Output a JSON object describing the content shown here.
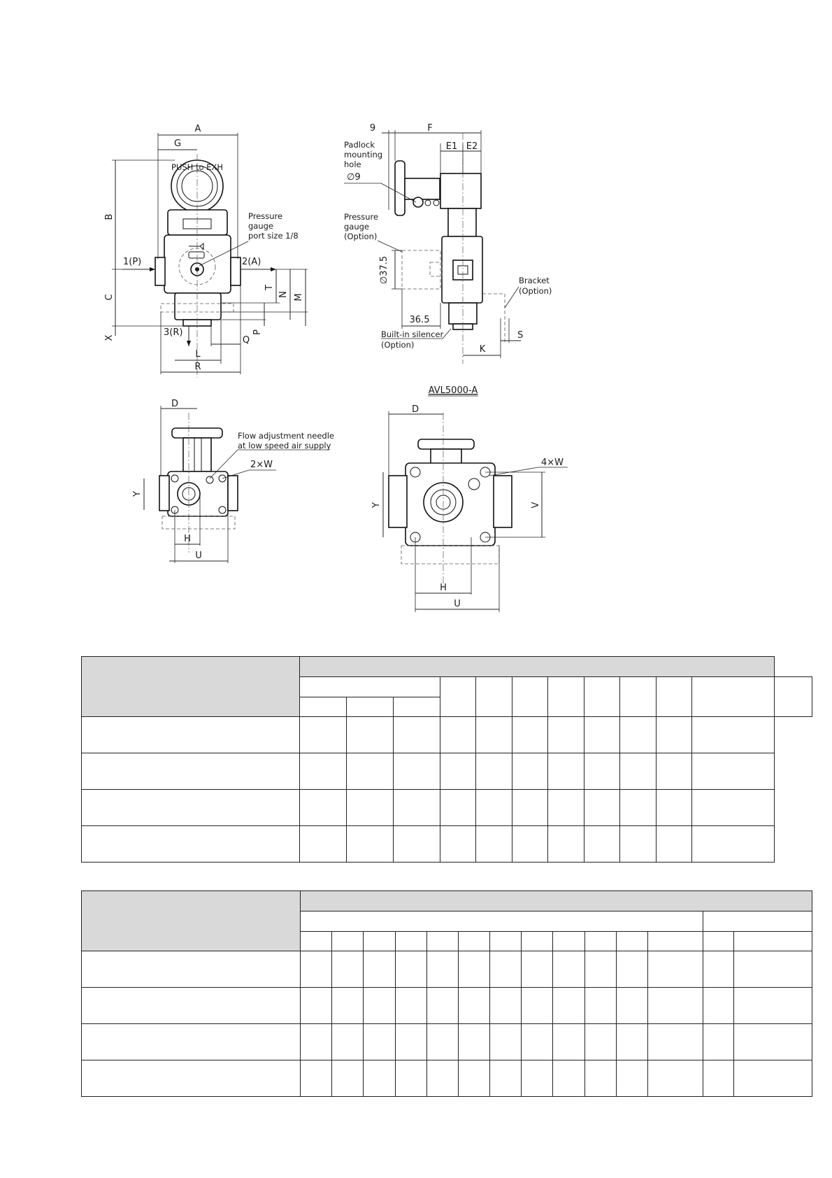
{
  "drawing_labels": {
    "A": "A",
    "G": "G",
    "B": "B",
    "C": "C",
    "X": "X",
    "port_1P": "1(P)",
    "port_2A": "2(A)",
    "port_3R": "3(R)",
    "T": "T",
    "N": "N",
    "M": "M",
    "P": "P",
    "Q": "Q",
    "L": "L",
    "R": "R",
    "nine": "9",
    "F": "F",
    "E1": "E1",
    "E2": "E2",
    "padlock_1": "Padlock",
    "padlock_2": "mounting",
    "padlock_3": "hole",
    "phi9": "∅9",
    "gauge_port_1": "Pressure",
    "gauge_port_2": "gauge",
    "gauge_port_3": "port size 1/8",
    "gauge_opt_1": "Pressure",
    "gauge_opt_2": "gauge",
    "gauge_opt_3": "(Option)",
    "phi37": "∅37.5",
    "dim365": "36.5",
    "silencer_1": "Built-in silencer",
    "silencer_2": "(Option)",
    "bracket_1": "Bracket",
    "bracket_2": "(Option)",
    "K": "K",
    "S": "S",
    "D": "D",
    "Y": "Y",
    "H": "H",
    "U": "U",
    "W2": "2×W",
    "W4": "4×W",
    "V": "V",
    "flow_1": "Flow adjustment needle",
    "flow_2": "at low speed air supply",
    "model": "AVL5000-A",
    "push_text": "PUSH to EXH"
  },
  "table1": {
    "rows": 4,
    "data_cols": 11
  },
  "table2": {
    "rows": 4,
    "data_cols": 14
  }
}
